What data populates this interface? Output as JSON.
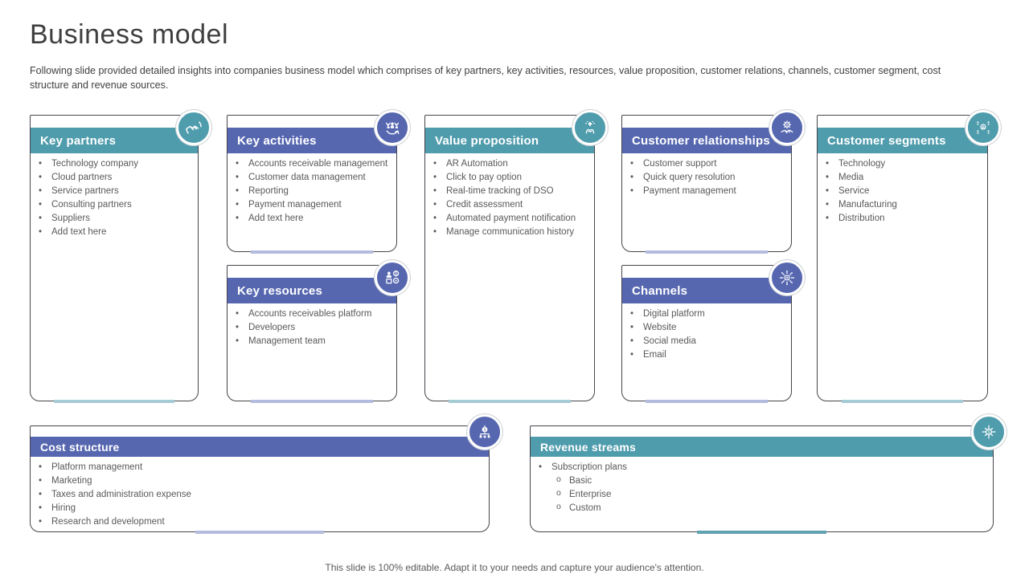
{
  "slide": {
    "title": "Business model",
    "subtitle": "Following slide provided detailed insights into companies business model which comprises of key partners, key activities, resources, value proposition, customer relations, channels, customer segment, cost structure and revenue sources.",
    "footer": "This slide is 100% editable. Adapt it to your needs and capture your audience's attention."
  },
  "colors": {
    "teal": "#4f9cad",
    "blue": "#5667b0",
    "teal_accent": "#a5cbd4",
    "blue_accent": "#b3bcde",
    "revenue_accent": "#61a2b2",
    "text": "#595959"
  },
  "cards": [
    {
      "id": "key-partners",
      "title": "Key partners",
      "theme": "teal",
      "icon": "handshake-icon",
      "items": [
        "Technology company",
        "Cloud partners",
        "Service partners",
        "Consulting partners",
        "Suppliers",
        "Add text here"
      ]
    },
    {
      "id": "key-activities",
      "title": "Key activities",
      "theme": "blue",
      "icon": "team-icon",
      "items": [
        "Accounts receivable management",
        "Customer data management",
        "Reporting",
        "Payment management",
        "Add text here"
      ]
    },
    {
      "id": "key-resources",
      "title": "Key resources",
      "theme": "blue",
      "icon": "person-dollar-icon",
      "items": [
        "Accounts receivables platform",
        "Developers",
        "Management team"
      ]
    },
    {
      "id": "value-proposition",
      "title": "Value proposition",
      "theme": "teal",
      "icon": "diamond-hand-icon",
      "items": [
        "AR Automation",
        "Click to pay option",
        "Real-time tracking of DSO",
        "Credit assessment",
        "Automated payment notification",
        "Manage communication history"
      ]
    },
    {
      "id": "customer-relationships",
      "title": "Customer relationships",
      "theme": "blue",
      "icon": "handshake-gear-icon",
      "items": [
        "Customer support",
        "Quick query resolution",
        "Payment management"
      ]
    },
    {
      "id": "channels",
      "title": "Channels",
      "theme": "blue",
      "icon": "network-hub-icon",
      "items": [
        "Digital platform",
        "Website",
        "Social media",
        "Email"
      ]
    },
    {
      "id": "customer-segments",
      "title": "Customer segments",
      "theme": "teal",
      "icon": "people-network-icon",
      "items": [
        "Technology",
        "Media",
        "Service",
        "Manufacturing",
        "Distribution"
      ]
    },
    {
      "id": "cost-structure",
      "title": "Cost structure",
      "theme": "blue",
      "icon": "money-bag-hierarchy-icon",
      "items": [
        "Platform management",
        "Marketing",
        "Taxes and administration expense",
        "Hiring",
        "Research and development"
      ]
    },
    {
      "id": "revenue-streams",
      "title": "Revenue streams",
      "theme": "teal",
      "icon": "dollar-network-icon",
      "items": [
        {
          "text": "Subscription plans",
          "sub": [
            "Basic",
            "Enterprise",
            "Custom"
          ]
        }
      ]
    }
  ]
}
